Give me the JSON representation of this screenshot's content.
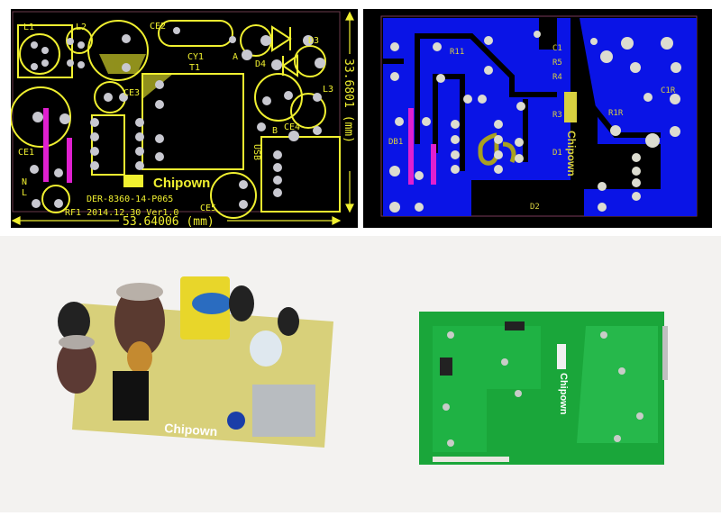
{
  "top_layout": {
    "labels": {
      "l1": "L1",
      "l2": "L2",
      "ce2": "CE2",
      "cy1": "CY1",
      "t1": "T1",
      "a": "A",
      "d3": "D3",
      "d4": "D4",
      "ce3": "CE3",
      "l3": "L3",
      "b": "B",
      "ce4": "CE4",
      "usb": "USB",
      "ce1": "CE1",
      "n": "N",
      "l": "L",
      "ce5": "CE5"
    },
    "brand": "Chipown",
    "board_id": "DER-8360-14-P065",
    "revision": "RF1 2014.12.30 Ver1.0",
    "width_dim": "53.64006 (mm)",
    "height_dim": "33.6801 (mm)"
  },
  "bottom_layout": {
    "brand": "Chipown",
    "labels": {
      "c1": "C1",
      "r5": "R5",
      "r4": "R4",
      "r3": "R3",
      "d1": "D1",
      "d2": "D2",
      "db1": "DB1",
      "c1r": "C1R",
      "r1r": "R1R",
      "r11": "R11"
    }
  },
  "photo_top": {
    "brand": "Chipown"
  },
  "photo_bottom": {
    "brand": "Chipown"
  },
  "colors": {
    "silk": "#f0f030",
    "copper": "#0a14e6",
    "trace": "#e020d0",
    "pcb_green": "#1aa63a"
  }
}
